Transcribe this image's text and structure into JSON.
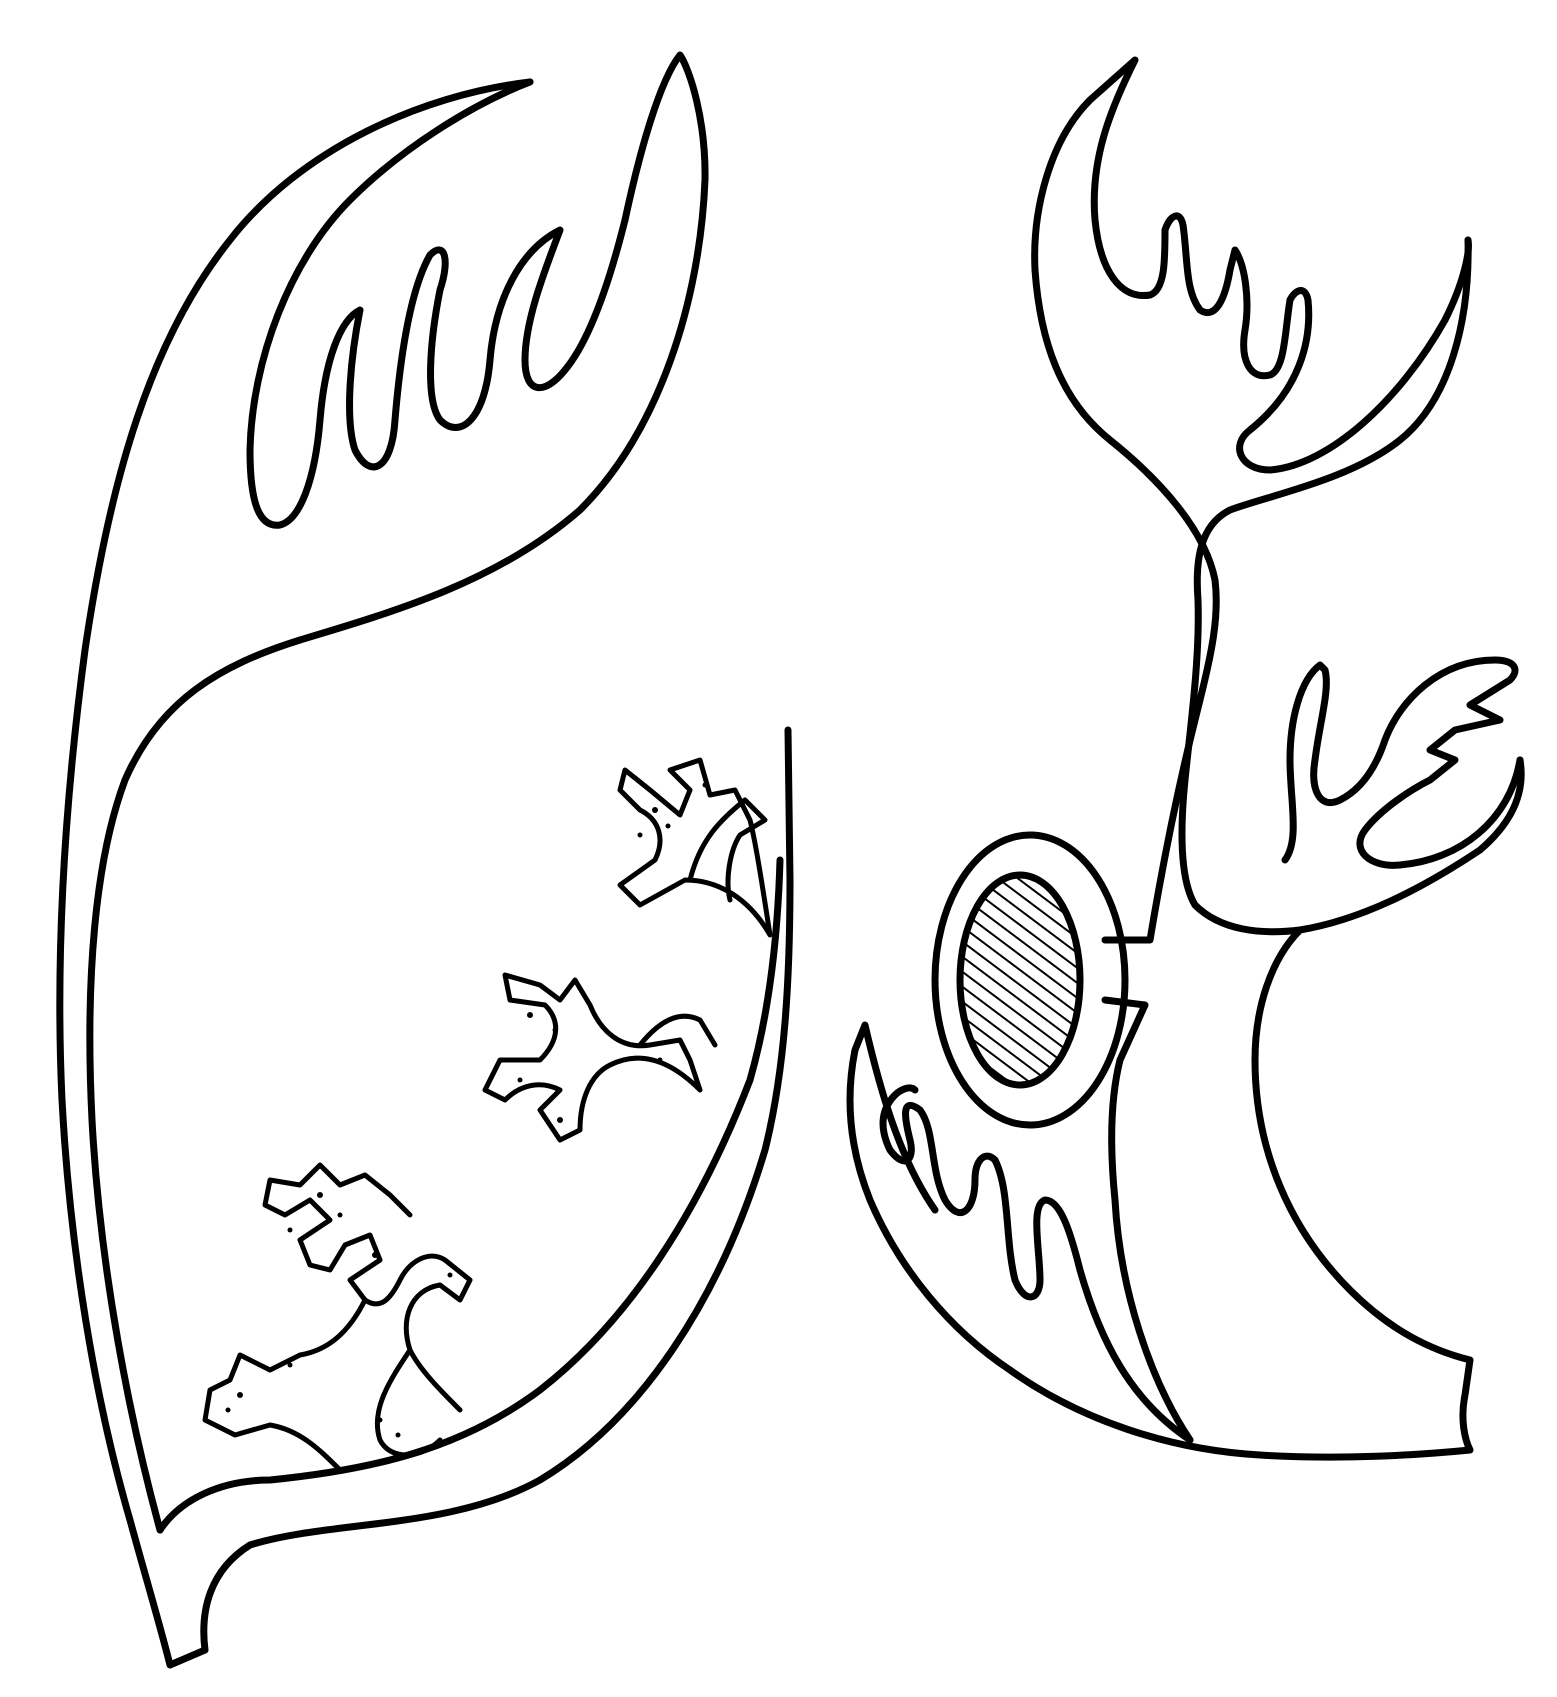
{
  "figure": {
    "background": "#ffffff",
    "ink_color": "#000000",
    "panels": [
      {
        "id": "left",
        "icon": "leaf-shaped-organ-with-branching-glands"
      },
      {
        "id": "right",
        "icon": "branching-stalk-with-oval-body"
      }
    ],
    "labels": []
  }
}
